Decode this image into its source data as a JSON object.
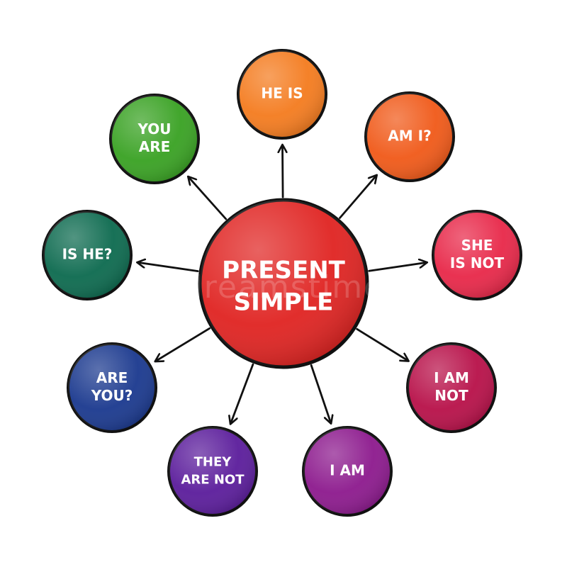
{
  "center": {
    "lines": [
      "PRESENT",
      "SIMPLE"
    ],
    "color": "#e02523"
  },
  "watermark": "dreamstime",
  "nodes": [
    {
      "key": "he-is",
      "lines": [
        "HE IS"
      ],
      "color": "#f47c20"
    },
    {
      "key": "am-i",
      "lines": [
        "AM I?"
      ],
      "color": "#f05a1a"
    },
    {
      "key": "she-is-not",
      "lines": [
        "SHE",
        "IS NOT"
      ],
      "color": "#e8294a"
    },
    {
      "key": "i-am-not",
      "lines": [
        "I AM",
        "NOT"
      ],
      "color": "#b8124a"
    },
    {
      "key": "i-am",
      "lines": [
        "I AM"
      ],
      "color": "#8d1b8e"
    },
    {
      "key": "they-are-not",
      "lines": [
        "THEY",
        "ARE NOT"
      ],
      "color": "#5c1e9c"
    },
    {
      "key": "are-you",
      "lines": [
        "ARE",
        "YOU?"
      ],
      "color": "#1c3a8f"
    },
    {
      "key": "is-he",
      "lines": [
        "IS HE?"
      ],
      "color": "#0e6b50"
    },
    {
      "key": "you-are",
      "lines": [
        "YOU",
        "ARE"
      ],
      "color": "#3aa224"
    }
  ]
}
